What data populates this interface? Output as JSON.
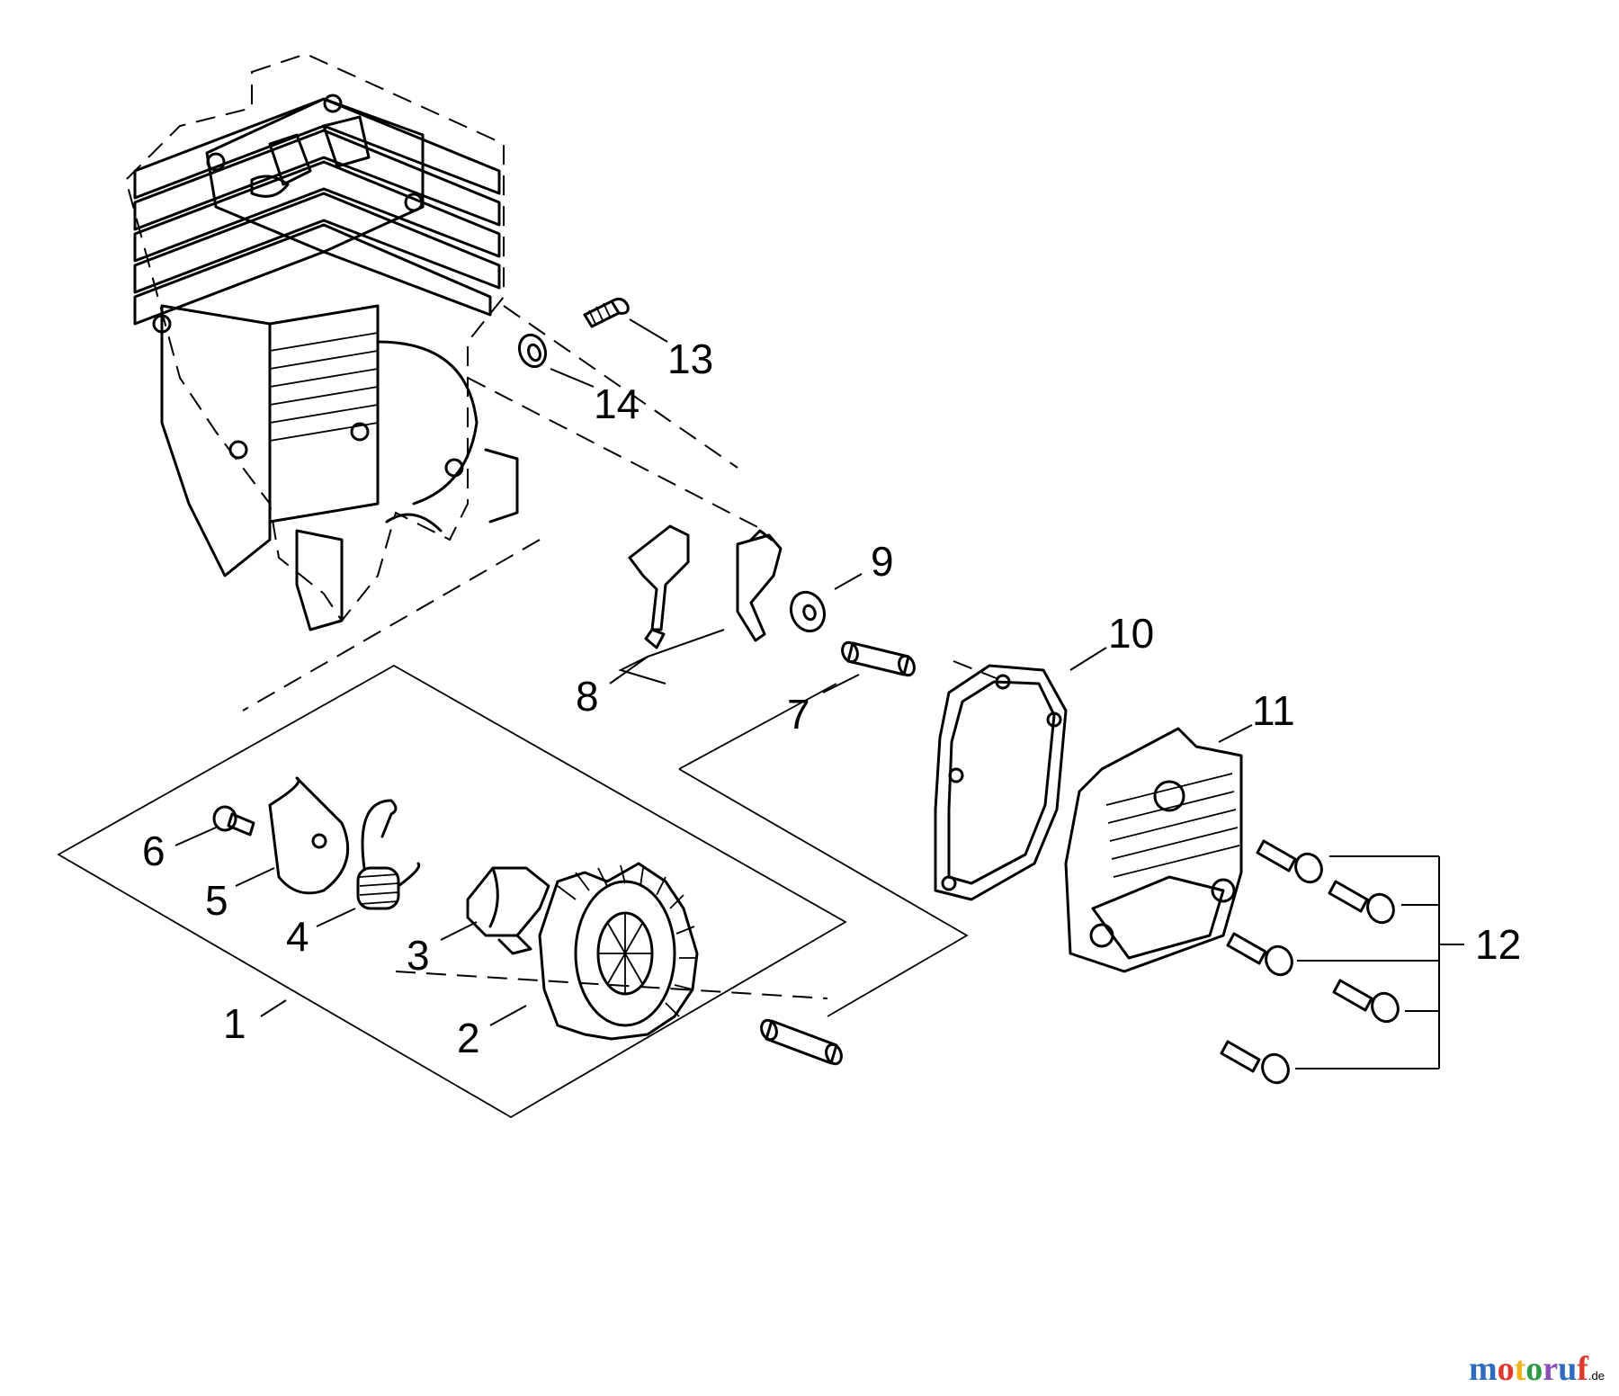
{
  "callouts": [
    {
      "id": "1",
      "text": "1"
    },
    {
      "id": "2",
      "text": "2"
    },
    {
      "id": "3",
      "text": "3"
    },
    {
      "id": "4",
      "text": "4"
    },
    {
      "id": "5",
      "text": "5"
    },
    {
      "id": "6",
      "text": "6"
    },
    {
      "id": "7",
      "text": "7"
    },
    {
      "id": "8",
      "text": "8"
    },
    {
      "id": "9",
      "text": "9"
    },
    {
      "id": "10",
      "text": "10"
    },
    {
      "id": "11",
      "text": "11"
    },
    {
      "id": "12",
      "text": "12"
    },
    {
      "id": "13",
      "text": "13"
    },
    {
      "id": "14",
      "text": "14"
    }
  ],
  "watermark": {
    "brand": "motoruf",
    "suffix": ".de",
    "colors": [
      "#2d6cc0",
      "#e03a2f",
      "#f2b21b",
      "#2d9a45",
      "#8a4fb8"
    ]
  }
}
